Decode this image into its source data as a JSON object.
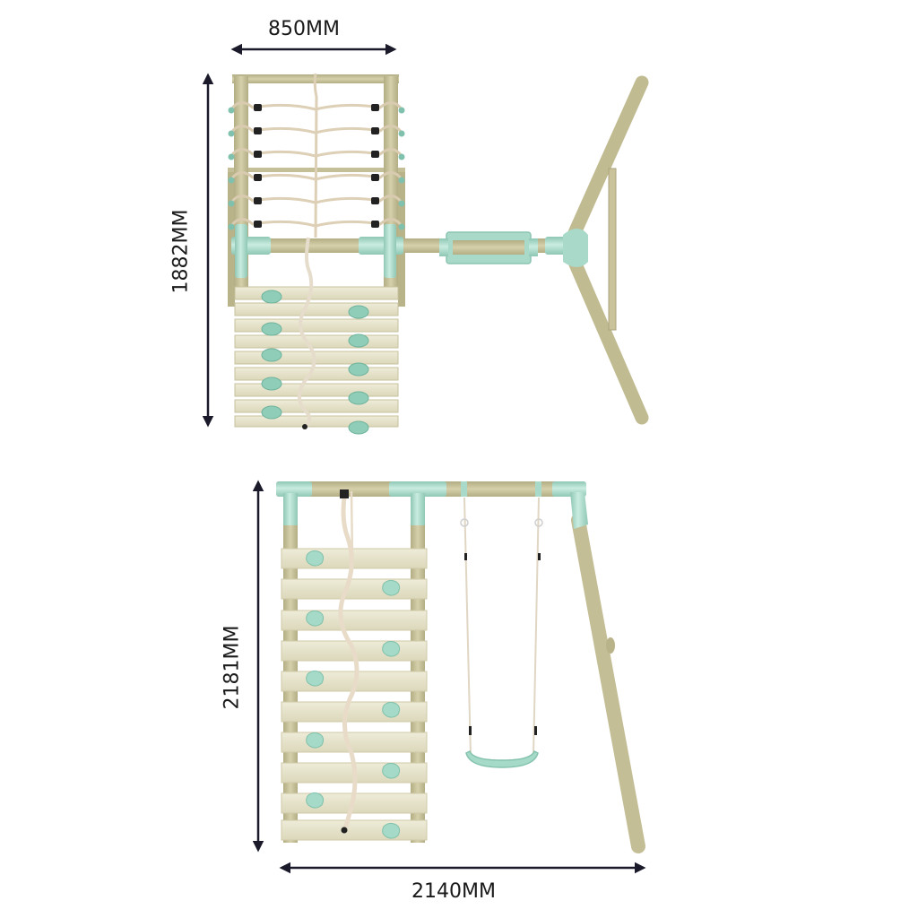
{
  "top_view": {
    "width_label": "850MM",
    "depth_label": "1882MM",
    "rungs": 6,
    "climbing_holds": 10
  },
  "front_view": {
    "height_label": "2181MM",
    "length_label": "2140MM",
    "wall_boards": 10,
    "climbing_holds": 10,
    "swing_count": 1
  },
  "colors": {
    "wood": "#c9c29a",
    "wood_light": "#e9e6cf",
    "wood_dark": "#a9a37a",
    "mint": "#a8d8c8",
    "mint_dark": "#86c2ae",
    "rope": "#e8dcc6",
    "dimension_line": "#1a1a2a"
  }
}
